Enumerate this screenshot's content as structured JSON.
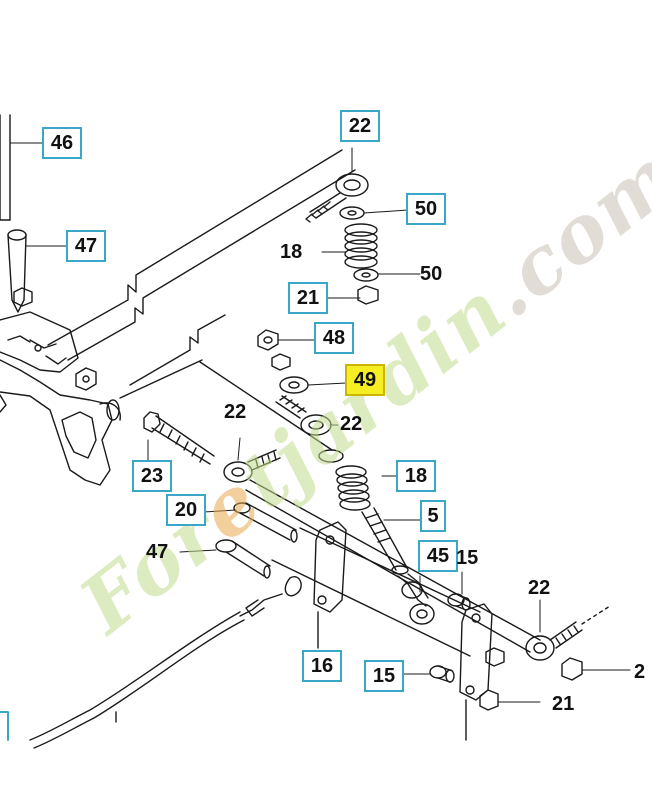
{
  "watermark": {
    "brand_prefix": "For",
    "brand_accent": "e",
    "brand_mid": "tjardin",
    "brand_suffix": ".com",
    "colors": {
      "green": "#c3db8f",
      "orange": "#e8a94d",
      "gray": "#c9c1b4"
    }
  },
  "callouts": [
    {
      "id": "c46",
      "label": "46",
      "boxed": true,
      "highlight": false
    },
    {
      "id": "c47a",
      "label": "47",
      "boxed": true,
      "highlight": false
    },
    {
      "id": "c22a",
      "label": "22",
      "boxed": true,
      "highlight": false
    },
    {
      "id": "c50a",
      "label": "50",
      "boxed": true,
      "highlight": false
    },
    {
      "id": "c18a",
      "label": "18",
      "boxed": false,
      "highlight": false
    },
    {
      "id": "c50b",
      "label": "50",
      "boxed": false,
      "highlight": false
    },
    {
      "id": "c21a",
      "label": "21",
      "boxed": true,
      "highlight": false
    },
    {
      "id": "c48",
      "label": "48",
      "boxed": true,
      "highlight": false
    },
    {
      "id": "c49",
      "label": "49",
      "boxed": true,
      "highlight": true
    },
    {
      "id": "c22b",
      "label": "22",
      "boxed": false,
      "highlight": false
    },
    {
      "id": "c22c",
      "label": "22",
      "boxed": false,
      "highlight": false
    },
    {
      "id": "c23",
      "label": "23",
      "boxed": true,
      "highlight": false
    },
    {
      "id": "c18b",
      "label": "18",
      "boxed": true,
      "highlight": false
    },
    {
      "id": "c20",
      "label": "20",
      "boxed": true,
      "highlight": false
    },
    {
      "id": "c5",
      "label": "5",
      "boxed": true,
      "highlight": false
    },
    {
      "id": "c47b",
      "label": "47",
      "boxed": false,
      "highlight": false
    },
    {
      "id": "c45",
      "label": "45",
      "boxed": true,
      "highlight": false
    },
    {
      "id": "c15a",
      "label": "15",
      "boxed": false,
      "highlight": false
    },
    {
      "id": "c22d",
      "label": "22",
      "boxed": false,
      "highlight": false
    },
    {
      "id": "c16",
      "label": "16",
      "boxed": true,
      "highlight": false
    },
    {
      "id": "c15b",
      "label": "15",
      "boxed": true,
      "highlight": false
    },
    {
      "id": "c2",
      "label": "2",
      "boxed": false,
      "highlight": false
    },
    {
      "id": "c21b",
      "label": "21",
      "boxed": false,
      "highlight": false
    }
  ],
  "colors": {
    "box_border": "#3aa6c8",
    "highlight": "#f6ee22",
    "line": "#1a1a1a"
  }
}
